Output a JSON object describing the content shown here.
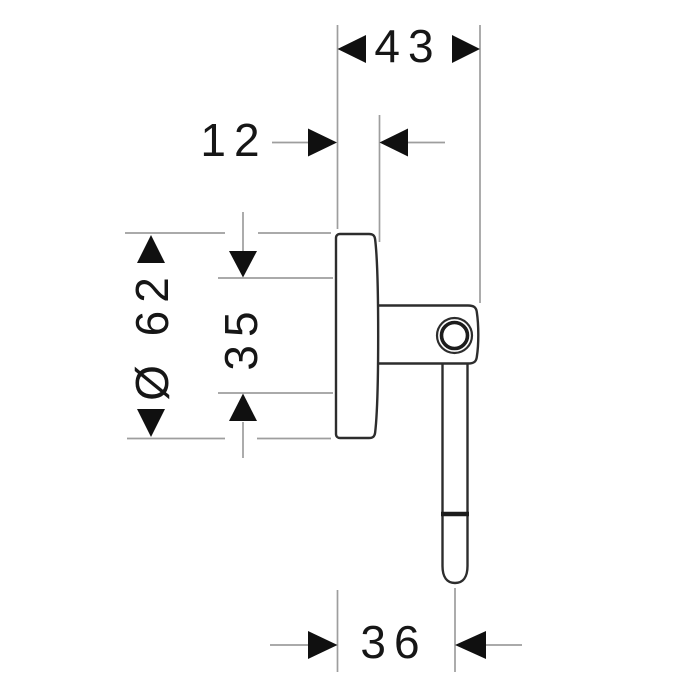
{
  "drawing": {
    "labels": {
      "overall_depth": "43",
      "plate_thickness": "12",
      "plate_diameter": "Ø 62",
      "inner_spacing": "35",
      "arm_offset": "36"
    }
  }
}
